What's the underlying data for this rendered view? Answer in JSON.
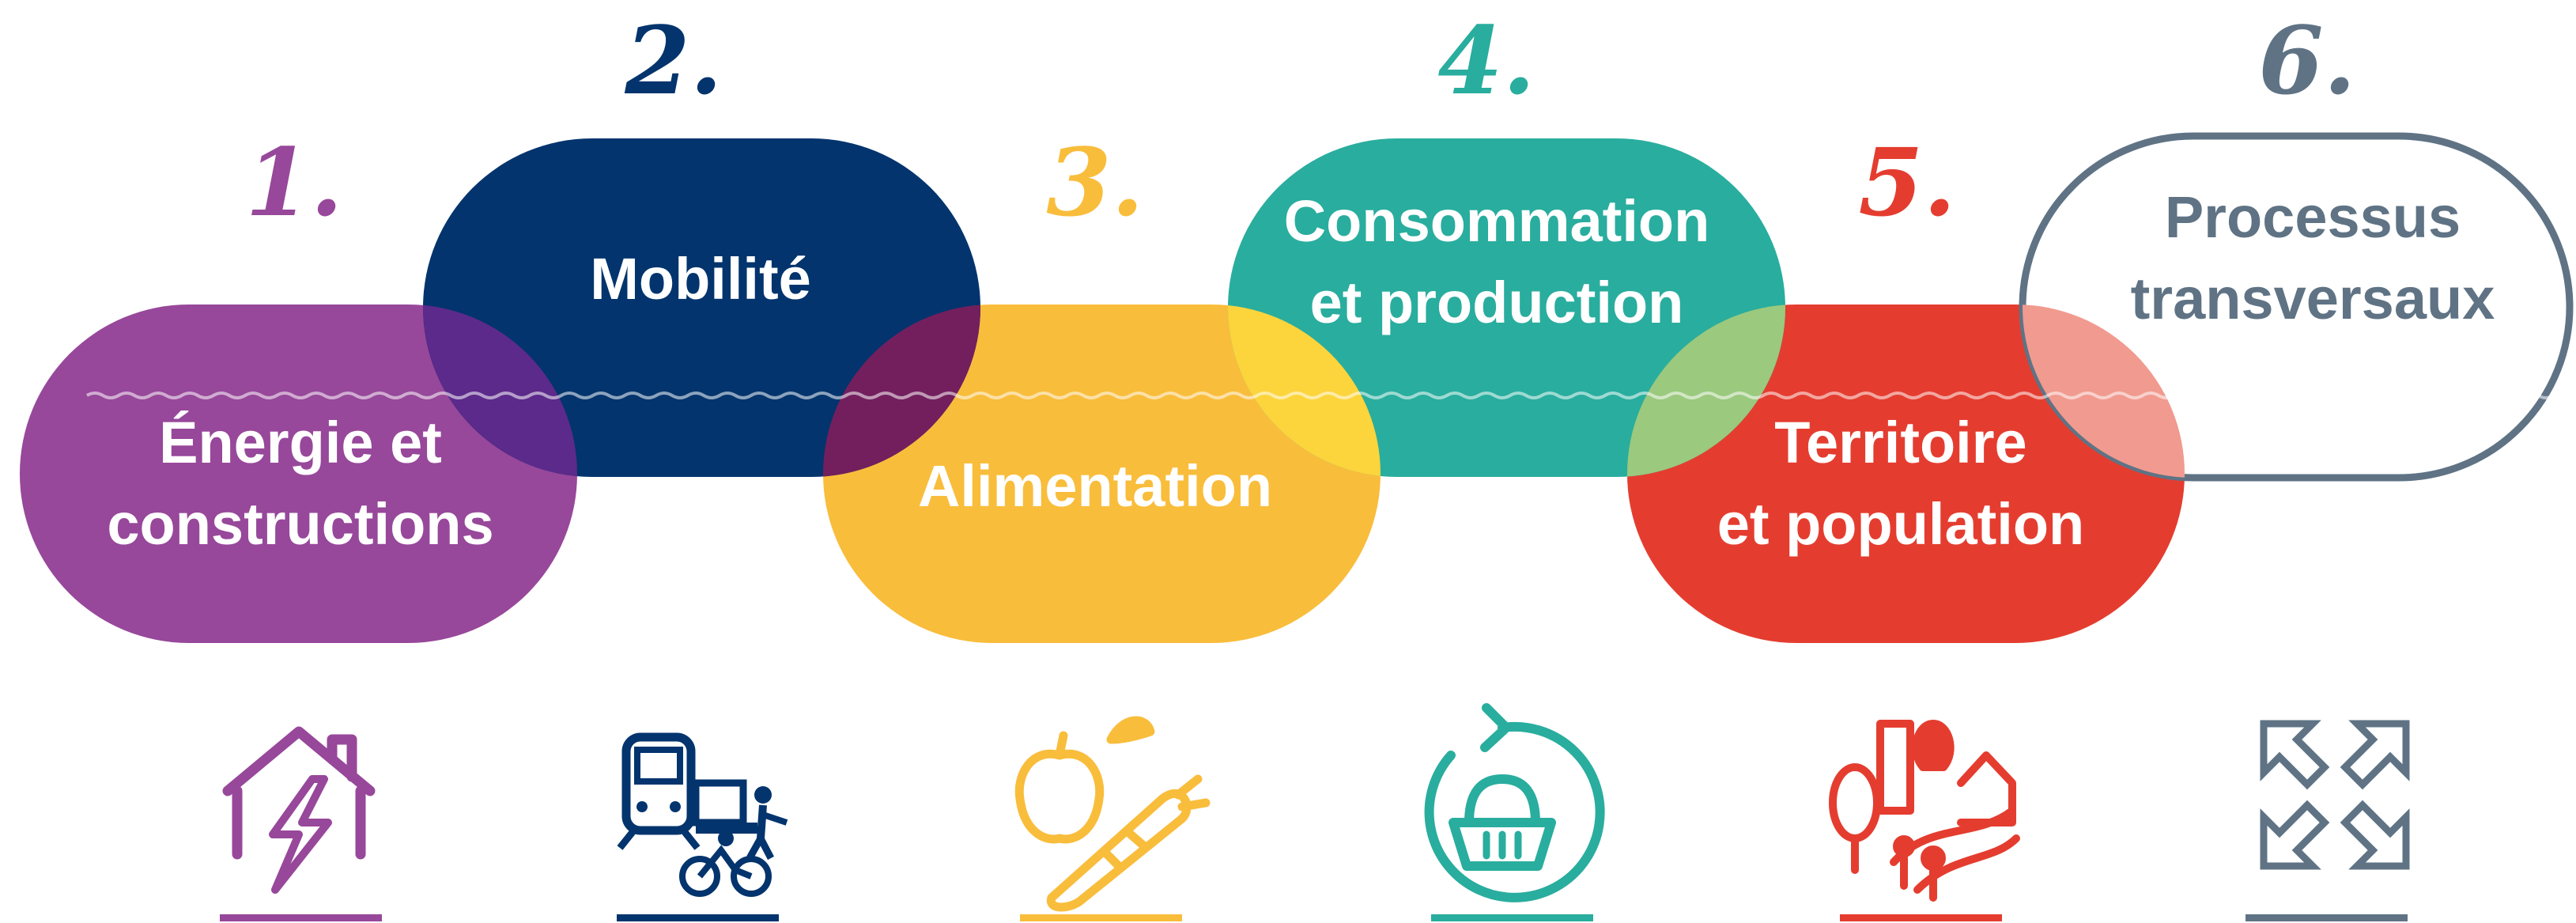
{
  "colors": {
    "energie": "#97489a",
    "mobilite": "#03346d",
    "alimentation": "#f9bd3c",
    "consommation": "#29ad9e",
    "territoire": "#e43d30",
    "transversal": "#5f7385"
  },
  "steps": [
    {
      "number": "1.",
      "label_line1": "Énergie et",
      "label_line2": "constructions",
      "icon": "house-lightning-icon"
    },
    {
      "number": "2.",
      "label_line1": "Mobilité",
      "label_line2": "",
      "icon": "train-truck-bike-icon"
    },
    {
      "number": "3.",
      "label_line1": "Alimentation",
      "label_line2": "",
      "icon": "fruit-carrot-icon"
    },
    {
      "number": "4.",
      "label_line1": "Consommation",
      "label_line2": "et production",
      "icon": "recycle-basket-icon"
    },
    {
      "number": "5.",
      "label_line1": "Territoire",
      "label_line2": "et population",
      "icon": "city-people-icon"
    },
    {
      "number": "6.",
      "label_line1": "Processus",
      "label_line2": "transversaux",
      "icon": "expand-arrows-icon"
    }
  ]
}
